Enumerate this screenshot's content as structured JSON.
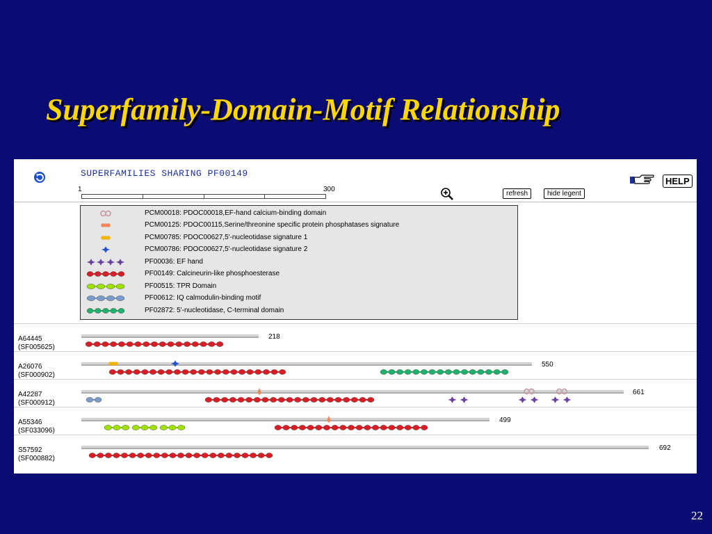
{
  "slide": {
    "title": "Superfamily-Domain-Motif Relationship",
    "number": "22"
  },
  "header": {
    "title": "SUPERFAMILIES SHARING PF00149",
    "scale_start": "1",
    "scale_end": "300",
    "refresh_label": "refresh",
    "hide_legend_label": "hide legent",
    "help_label": "HELP"
  },
  "legend": [
    {
      "id": "PCM00018",
      "text": "PCM00018: PDOC00018,EF-hand calcium-binding domain",
      "color": "#c9a0a8",
      "style": "ring",
      "count": 1
    },
    {
      "id": "PCM00125",
      "text": "PCM00125: PDOC00115,Serine/threonine specific protein phosphatases signature",
      "color": "#f08a5a",
      "style": "dots",
      "count": 1
    },
    {
      "id": "PCM00785",
      "text": "PCM00785: PDOC00627,5'-nucleotidase signature 1",
      "color": "#f2b400",
      "style": "dots",
      "count": 1
    },
    {
      "id": "PCM00786",
      "text": "PCM00786: PDOC00627,5'-nucleotidase signature 2",
      "color": "#1f4fd0",
      "style": "star",
      "count": 1
    },
    {
      "id": "PF00036",
      "text": "PF00036: EF hand",
      "color": "#6a3fa0",
      "style": "star",
      "count": 4
    },
    {
      "id": "PF00149",
      "text": "PF00149: Calcineurin-like phosphoesterase",
      "color": "#d81e24",
      "style": "chain",
      "count": 5
    },
    {
      "id": "PF00515",
      "text": "PF00515: TPR Domain",
      "color": "#9ee000",
      "style": "chain",
      "count": 4
    },
    {
      "id": "PF00612",
      "text": "PF00612: IQ calmodulin-binding motif",
      "color": "#7a9ccc",
      "style": "chain",
      "count": 4
    },
    {
      "id": "PF02872",
      "text": "PF02872: 5'-nucleotidase, C-terminal domain",
      "color": "#1fb06a",
      "style": "chain",
      "count": 5
    }
  ],
  "proteins": [
    {
      "accession": "A64445",
      "superfamily": "(SF005625)",
      "length": "218"
    },
    {
      "accession": "A26076",
      "superfamily": "(SF000902)",
      "length": "550"
    },
    {
      "accession": "A42287",
      "superfamily": "(SF000912)",
      "length": "661"
    },
    {
      "accession": "A55346",
      "superfamily": "(SF033096)",
      "length": "499"
    },
    {
      "accession": "S57592",
      "superfamily": "(SF000882)",
      "length": "692"
    }
  ]
}
